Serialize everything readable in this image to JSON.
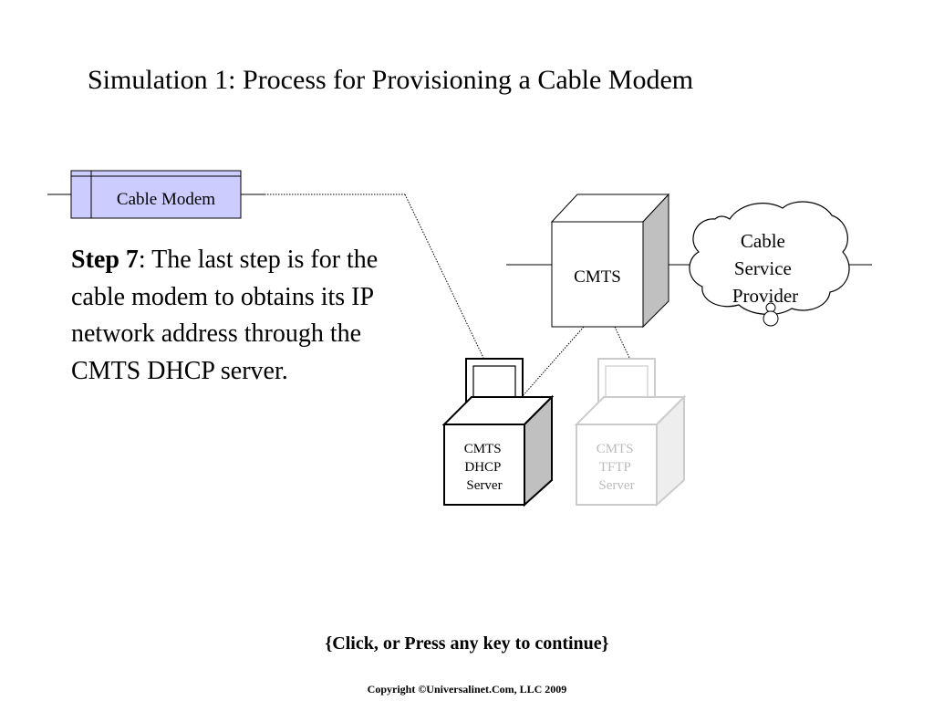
{
  "title": "Simulation 1: Process for Provisioning a Cable Modem",
  "step": {
    "label": "Step 7",
    "text": ": The last step is for the cable modem to obtains its IP network address through the CMTS DHCP server."
  },
  "nodes": {
    "cable_modem": "Cable Modem",
    "cmts": "CMTS",
    "cloud": [
      "Cable",
      "Service",
      "Provider"
    ],
    "dhcp_server": [
      "CMTS",
      "DHCP",
      "Server"
    ],
    "tftp_server": [
      "CMTS",
      "TFTP",
      "Server"
    ]
  },
  "colors": {
    "modem_fill": "#ccccff",
    "dim": "#cccccc",
    "box_side": "#c0c0c0"
  },
  "continue_prompt": "{Click, or Press any key to continue}",
  "copyright": "Copyright ©Universalinet.Com, LLC 2009"
}
